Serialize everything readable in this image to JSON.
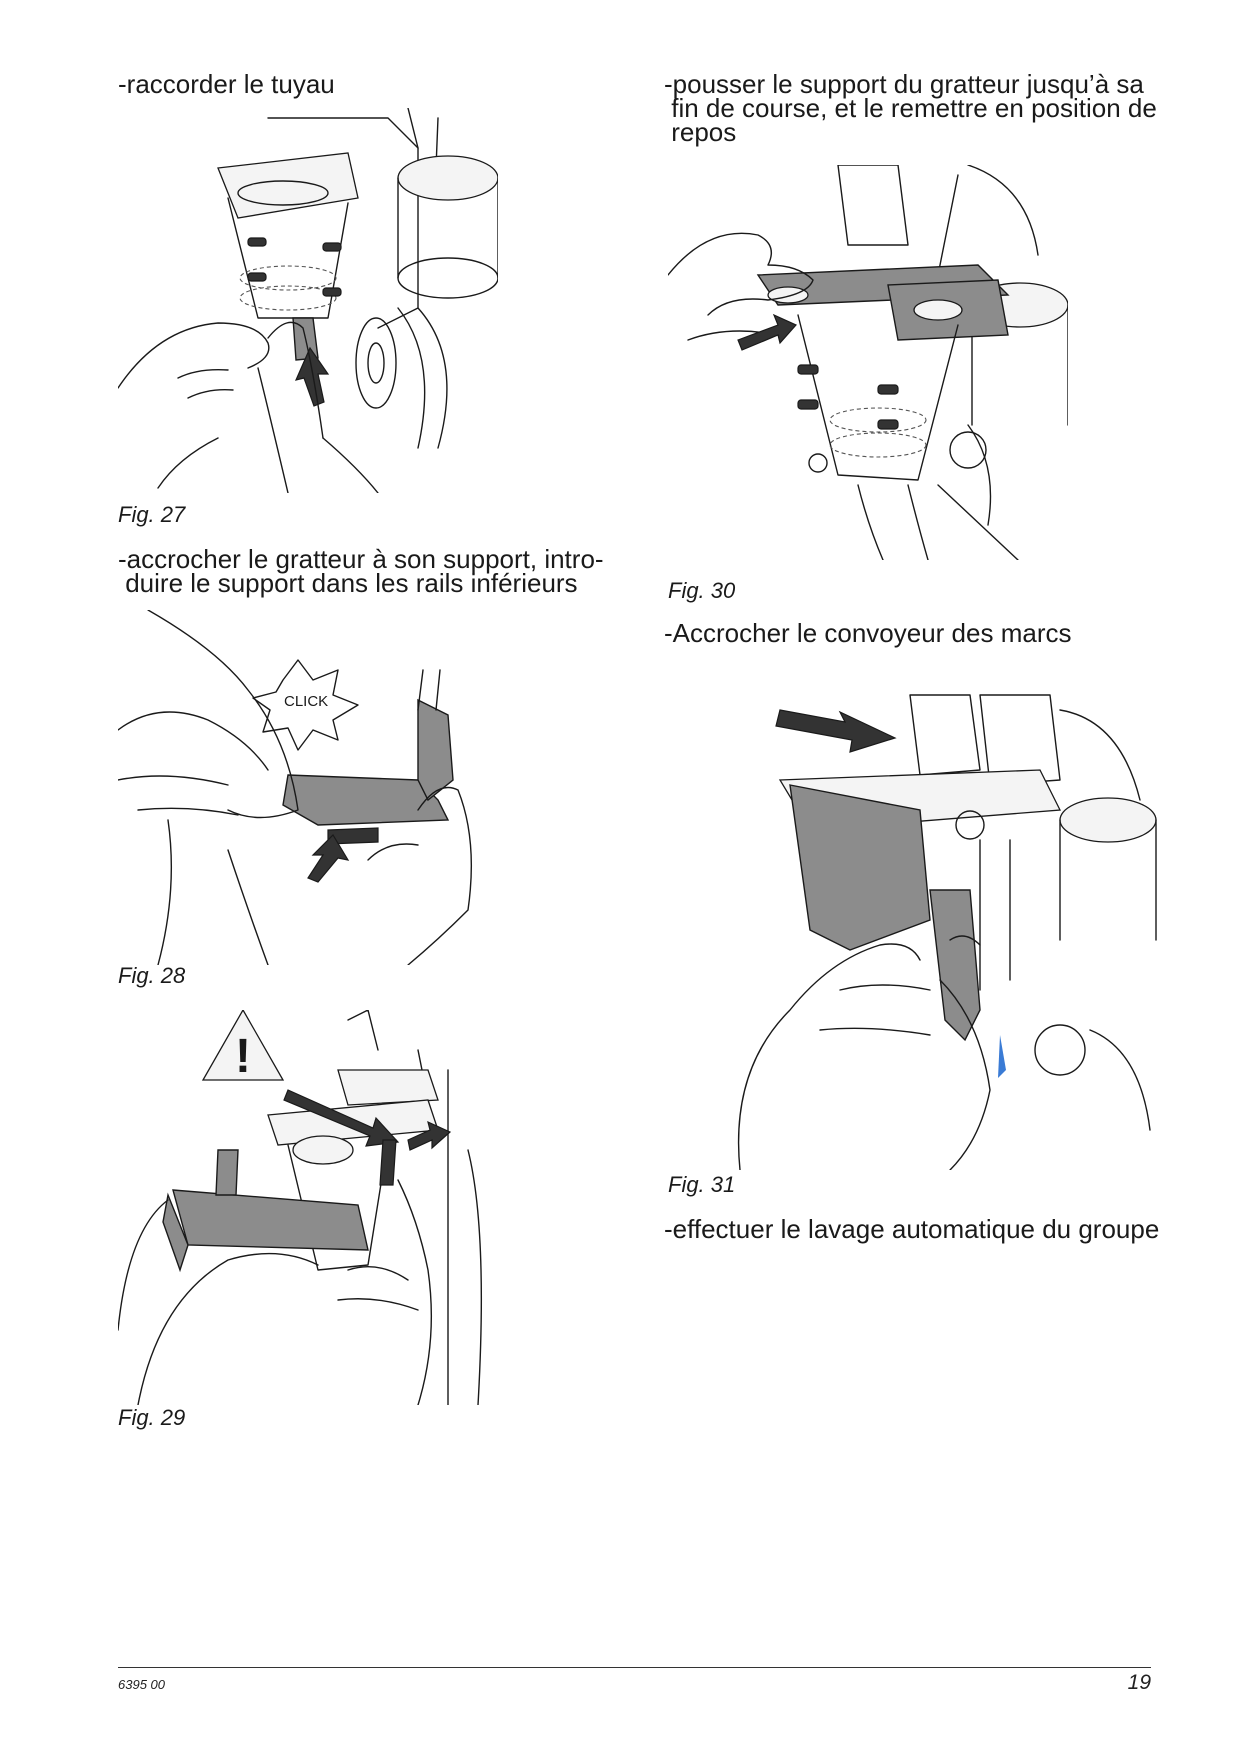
{
  "instructions": {
    "step1": "-raccorder le tuyau",
    "step2_line1": "-accrocher le gratteur à son support, intro-",
    "step2_line2": " duire le support dans les rails inférieurs",
    "step3_line1": "-pousser le support du gratteur jusqu’à sa",
    "step3_line2": " fin de course, et le remettre en position de",
    "step3_line3": " repos",
    "step4": "-Accrocher le convoyeur des marcs",
    "step5": "-effectuer le lavage automatique du groupe"
  },
  "figures": {
    "fig27": {
      "caption": "Fig. 27"
    },
    "fig28": {
      "caption": "Fig. 28",
      "callout": "CLICK"
    },
    "fig29": {
      "caption": "Fig. 29",
      "warning_symbol": "!"
    },
    "fig30": {
      "caption": "Fig. 30"
    },
    "fig31": {
      "caption": "Fig. 31"
    }
  },
  "footer": {
    "doc_code": "6395 00",
    "page_number": "19"
  },
  "colors": {
    "text": "#1a1a1a",
    "part_grey": "#8c8c8c",
    "accent_blue": "#3a7bd5"
  }
}
